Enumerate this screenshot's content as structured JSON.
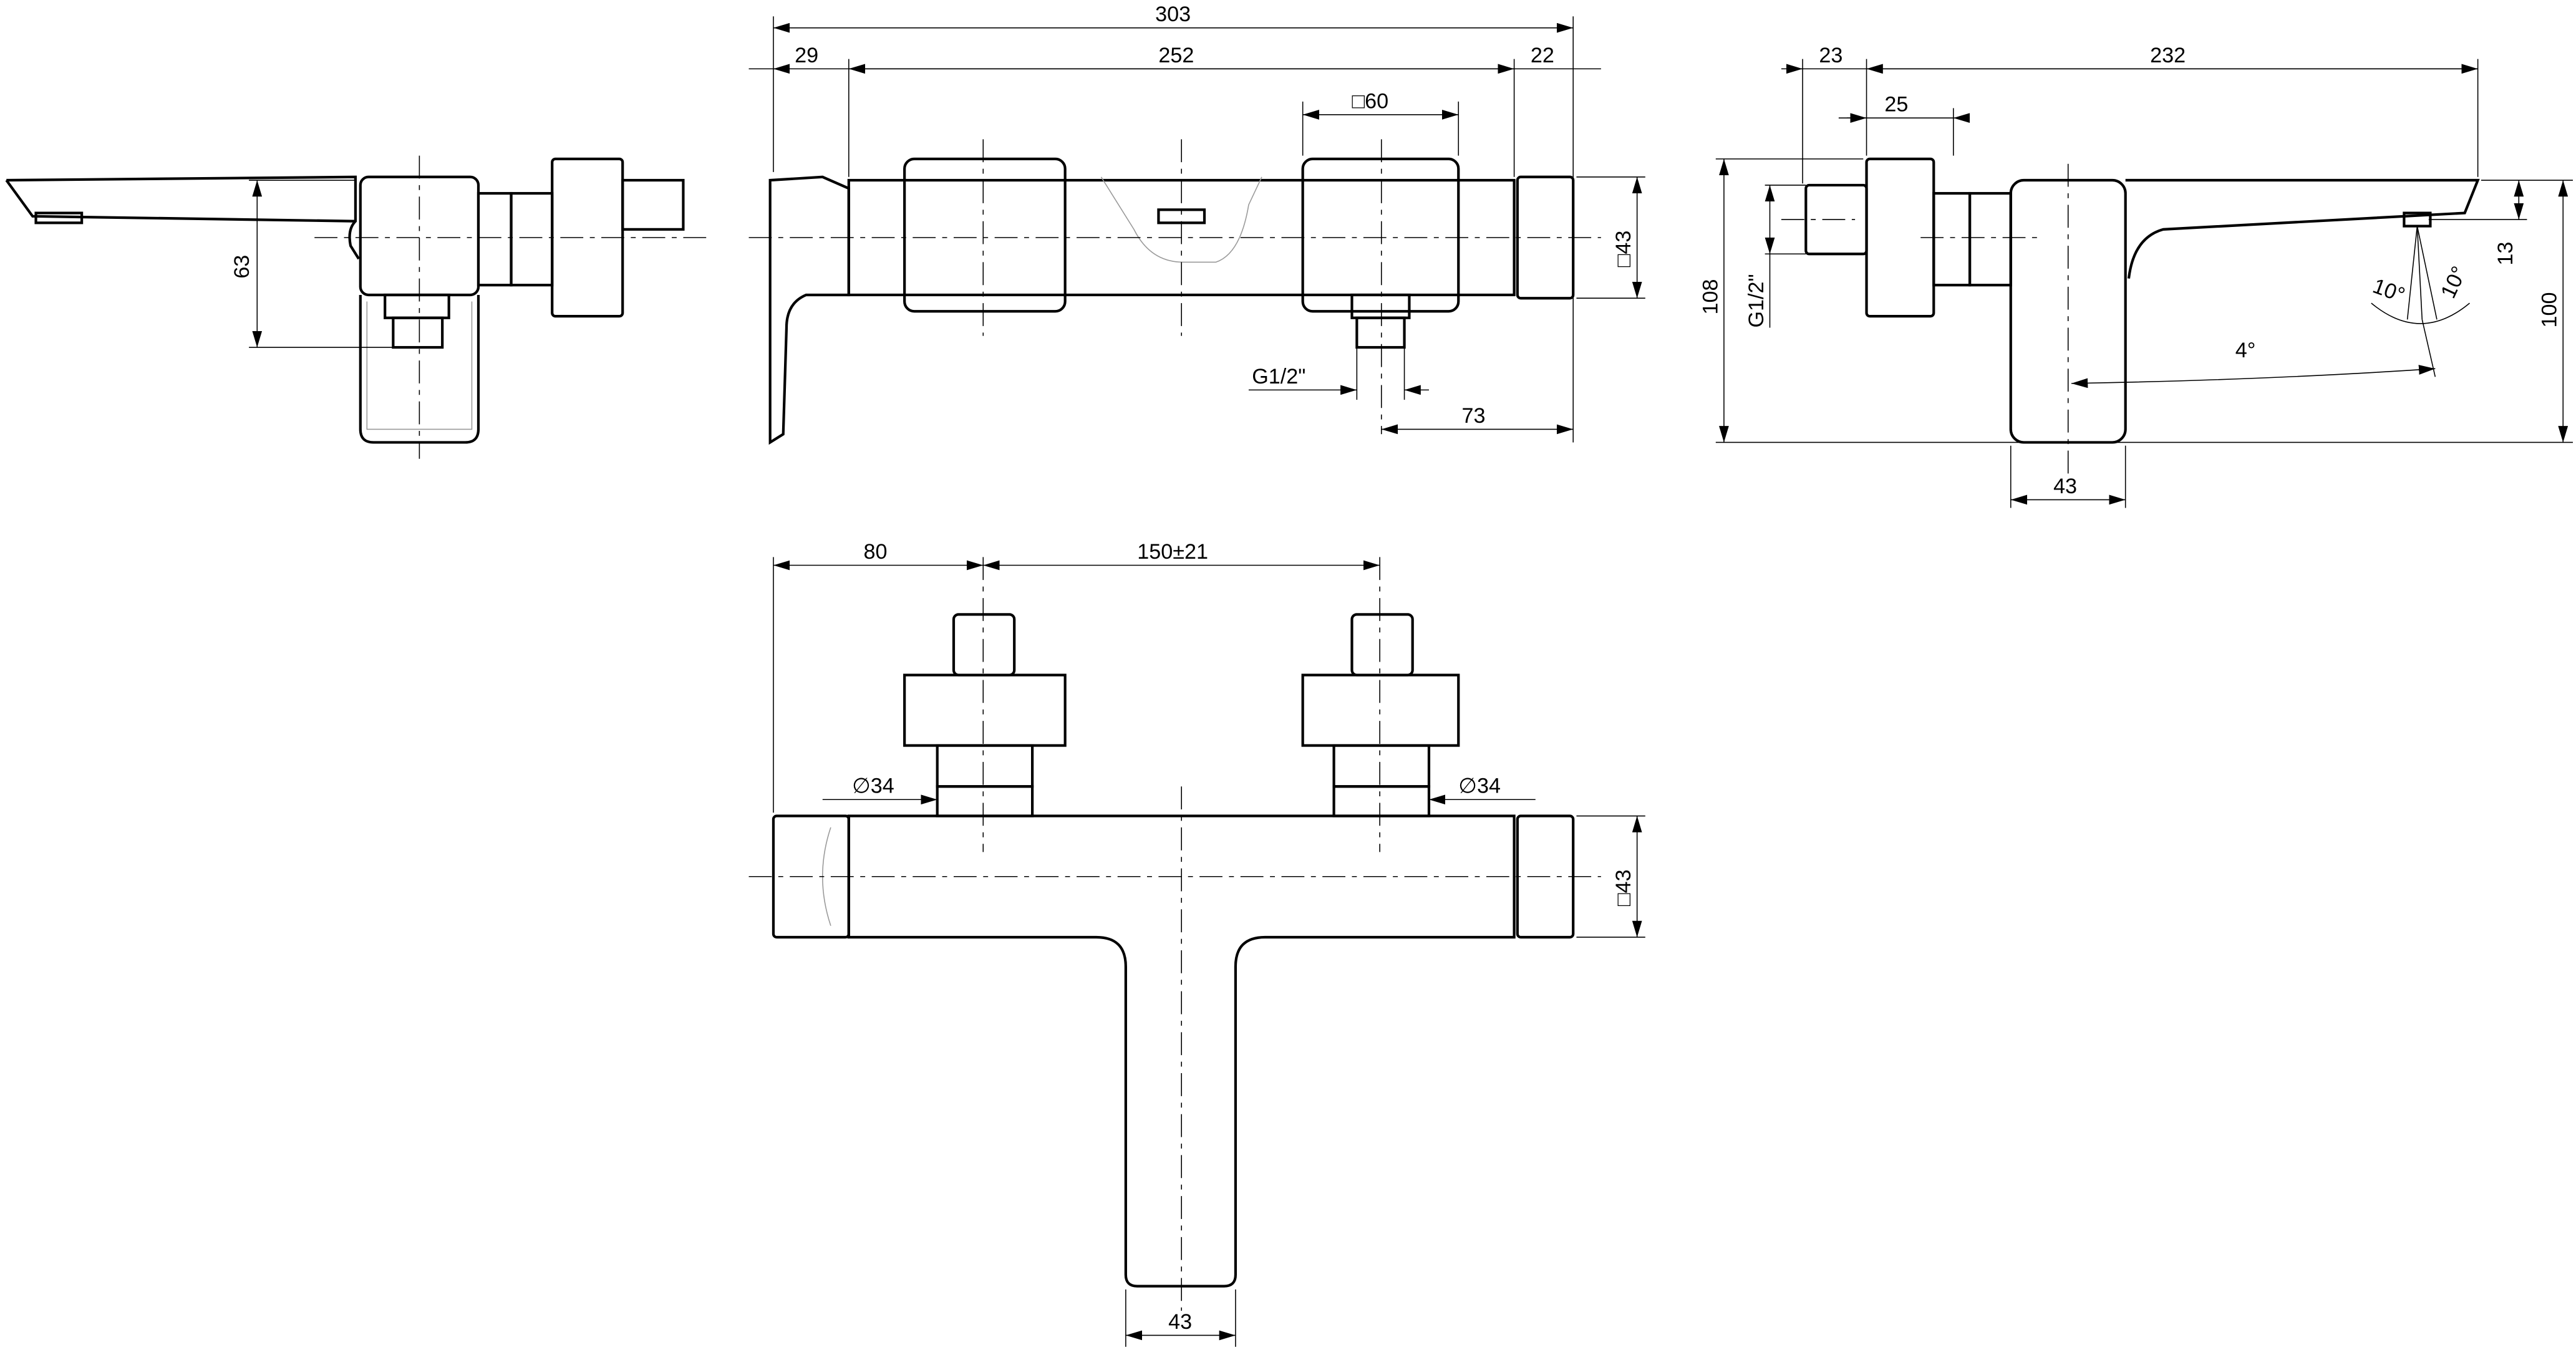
{
  "side_view_left": {
    "height_dim": "63"
  },
  "front_view": {
    "overall_width": "303",
    "left_offset": "29",
    "body_length": "252",
    "right_offset": "22",
    "handle_square": "□60",
    "body_square": "□43",
    "thread": "G1/2\"",
    "outlet_offset": "73"
  },
  "side_view_right": {
    "wall_offset": "23",
    "projection": "232",
    "handle_depth": "25",
    "total_height": "108",
    "thread": "G1/2\"",
    "spout_height": "13",
    "spout_to_bottom": "100",
    "spray_angle_left": "10°",
    "spray_angle_right": "10°",
    "tilt_angle": "4°",
    "body_width": "43"
  },
  "bottom_view": {
    "left_to_inlet": "80",
    "inlet_spacing": "150±21",
    "inlet_diameter_left": "∅34",
    "inlet_diameter_right": "∅34",
    "body_square": "□43",
    "stem_width": "43"
  }
}
